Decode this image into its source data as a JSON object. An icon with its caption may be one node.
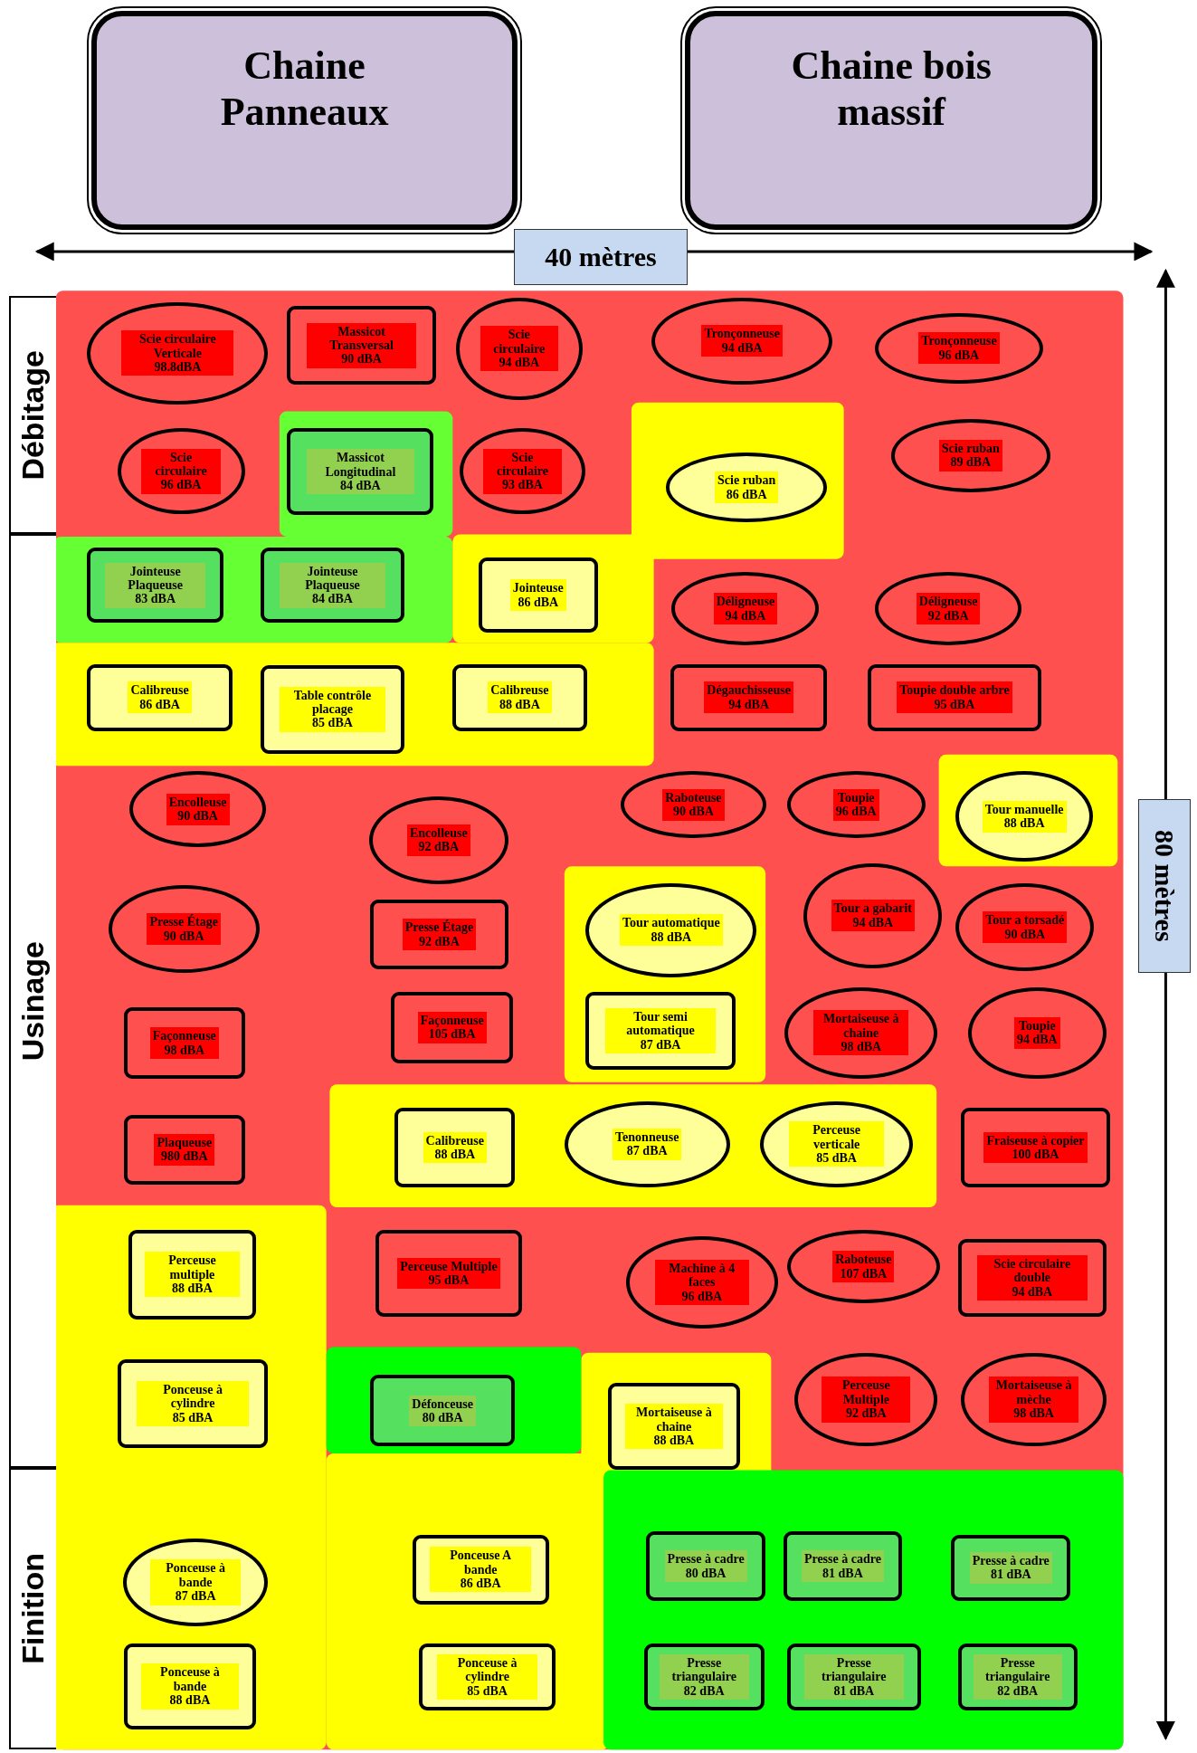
{
  "diagram": {
    "nodes": [
      {
        "text": [
          "Chaine Panneaux"
        ]
      },
      {
        "text": [
          "Chaine bois massif"
        ]
      },
      {
        "text": [
          "Débitage"
        ]
      },
      {
        "text": [
          "Usinage"
        ]
      },
      {
        "text": [
          "Finition"
        ]
      },
      {
        "text": [
          "Scie circulaire Verticale",
          "98.8dBA"
        ]
      },
      {
        "text": [
          "Massicot Transversal",
          "90 dBA"
        ]
      },
      {
        "text": [
          "Scie circulaire",
          "94 dBA"
        ]
      },
      {
        "text": [
          "Tronçonneuse",
          "94 dBA"
        ]
      },
      {
        "text": [
          "Tronçonneuse",
          "96 dBA"
        ]
      },
      {
        "text": [
          "Scie circulaire",
          "96 dBA"
        ]
      },
      {
        "text": [
          "Massicot Longitudinal",
          "84 dBA"
        ]
      },
      {
        "text": [
          "Scie circulaire",
          "93 dBA"
        ]
      },
      {
        "text": [
          "Scie ruban",
          "86 dBA"
        ]
      },
      {
        "text": [
          "Scie ruban",
          "89 dBA"
        ]
      },
      {
        "text": [
          "Jointeuse Plaqueuse",
          "83 dBA"
        ]
      },
      {
        "text": [
          "Jointeuse Plaqueuse",
          "84 dBA"
        ]
      },
      {
        "text": [
          "Jointeuse",
          "86 dBA"
        ]
      },
      {
        "text": [
          "Déligneuse",
          "94 dBA"
        ]
      },
      {
        "text": [
          "Déligneuse",
          "92 dBA"
        ]
      },
      {
        "text": [
          "Calibreuse",
          "86 dBA"
        ]
      },
      {
        "text": [
          "Table contrôle placage",
          "85 dBA"
        ]
      },
      {
        "text": [
          "Calibreuse",
          "88 dBA"
        ]
      },
      {
        "text": [
          "Dégauchisseuse",
          "94 dBA"
        ]
      },
      {
        "text": [
          "Toupie double arbre",
          "95 dBA"
        ]
      },
      {
        "text": [
          "Encolleuse",
          "90 dBA"
        ]
      },
      {
        "text": [
          "Encolleuse",
          "92 dBA"
        ]
      },
      {
        "text": [
          "Raboteuse",
          "90 dBA"
        ]
      },
      {
        "text": [
          "Toupie",
          "96 dBA"
        ]
      },
      {
        "text": [
          "Tour manuelle",
          "88 dBA"
        ]
      },
      {
        "text": [
          "Presse Étage",
          "90 dBA"
        ]
      },
      {
        "text": [
          "Presse Étage",
          "92 dBA"
        ]
      },
      {
        "text": [
          "Tour automatique",
          "88 dBA"
        ]
      },
      {
        "text": [
          "Tour a gabarit",
          "94 dBA"
        ]
      },
      {
        "text": [
          "Tour a torsadé",
          "90 dBA"
        ]
      },
      {
        "text": [
          "Façonneuse",
          "98 dBA"
        ]
      },
      {
        "text": [
          "Façonneuse",
          "105 dBA"
        ]
      },
      {
        "text": [
          "Tour semi automatique",
          "87 dBA"
        ]
      },
      {
        "text": [
          "Mortaiseuse à chaine",
          "98 dBA"
        ]
      },
      {
        "text": [
          "Toupie",
          "94 dBA"
        ]
      },
      {
        "text": [
          "Plaqueuse",
          "980 dBA"
        ]
      },
      {
        "text": [
          "Calibreuse",
          "88 dBA"
        ]
      },
      {
        "text": [
          "Tenonneuse",
          "87 dBA"
        ]
      },
      {
        "text": [
          "Perceuse verticale",
          "85 dBA"
        ]
      },
      {
        "text": [
          "Fraiseuse à copier",
          "100 dBA"
        ]
      },
      {
        "text": [
          "Perceuse multiple",
          "88 dBA"
        ]
      },
      {
        "text": [
          "Perceuse Multiple",
          "95 dBA"
        ]
      },
      {
        "text": [
          "Machine à 4 faces",
          "96 dBA"
        ]
      },
      {
        "text": [
          "Raboteuse",
          "107 dBA"
        ]
      },
      {
        "text": [
          "Scie circulaire double",
          "94 dBA"
        ]
      },
      {
        "text": [
          "Ponceuse à cylindre",
          "85 dBA"
        ]
      },
      {
        "text": [
          "Défonceuse",
          "80 dBA"
        ]
      },
      {
        "text": [
          "Mortaiseuse à chaine",
          "88 dBA"
        ]
      },
      {
        "text": [
          "Perceuse Multiple",
          "92 dBA"
        ]
      },
      {
        "text": [
          "Mortaiseuse à mèche",
          "98 dBA"
        ]
      },
      {
        "text": [
          "Ponceuse à bande",
          "87 dBA"
        ]
      },
      {
        "text": [
          "Ponceuse A bande",
          "86 dBA"
        ]
      },
      {
        "text": [
          "Presse à cadre",
          "80 dBA"
        ]
      },
      {
        "text": [
          "Presse à cadre",
          "81 dBA"
        ]
      },
      {
        "text": [
          "Presse à cadre",
          "81 dBA"
        ]
      },
      {
        "text": [
          "Ponceuse à bande",
          "88 dBA"
        ]
      },
      {
        "text": [
          "Ponceuse à cylindre",
          "85 dBA"
        ]
      },
      {
        "text": [
          "Presse triangulaire",
          "82 dBA"
        ]
      },
      {
        "text": [
          "Presse triangulaire",
          "81 dBA"
        ]
      },
      {
        "text": [
          "Presse triangulaire",
          "82 dBA"
        ]
      }
    ],
    "labels": [
      "40 mètres",
      "80 mètres"
    ]
  }
}
